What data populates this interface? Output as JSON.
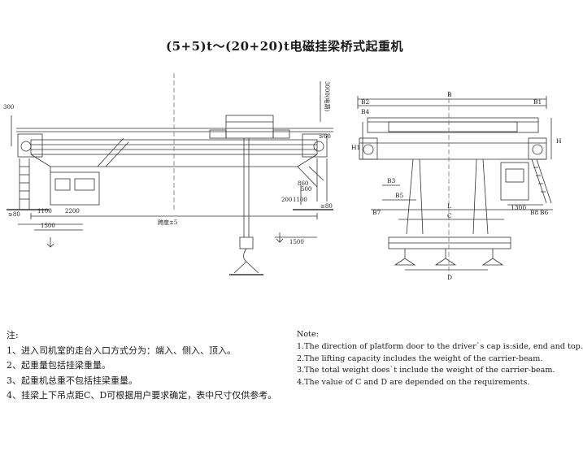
{
  "title": "(5+5)t～(20+20)t电磁挂梁桥式起重机",
  "left_view": {
    "dims": [
      "300",
      "1100",
      "2200",
      "1500",
      "1500",
      "500",
      "200",
      "1100",
      "≥80",
      "≥80",
      "跨度±5",
      "860",
      "≥60",
      "3000(电葫)"
    ]
  },
  "right_view": {
    "dims": [
      "B",
      "B2",
      "B1",
      "B4",
      "H1",
      "H",
      "B3",
      "B5",
      "B6",
      "B7",
      "B8",
      "L",
      "C",
      "D",
      "1300"
    ]
  },
  "notes_zh": {
    "heading": "注:",
    "items": [
      "1、进入司机室的走台入口方式分为：端入、侧入、顶入。",
      "2、起重量包括挂梁重量。",
      "3、起重机总重不包括挂梁重量。",
      "4、挂梁上下吊点距C、D可根据用户要求确定，表中尺寸仅供参考。"
    ]
  },
  "notes_en": {
    "heading": "Note:",
    "items": [
      "1.The direction of platform door to the driver`s cap is:side, end and top.",
      "2.The lifting capacity includes the weight of the carrier-beam.",
      "3.The total weight does`t include the weight of the carrier-beam.",
      "4.The value of C and D are depended on the requirements."
    ]
  }
}
